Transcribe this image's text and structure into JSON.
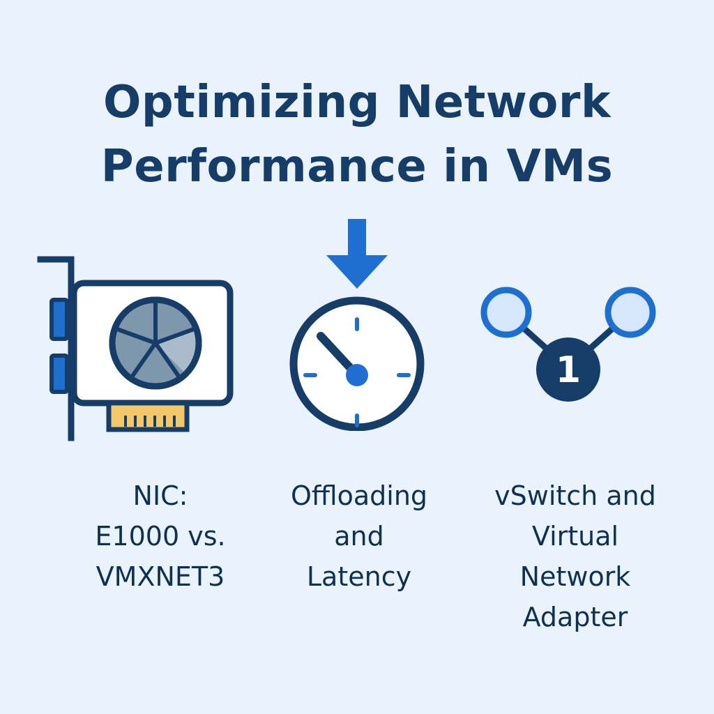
{
  "title": {
    "line1": "Optimizing Network",
    "line2": "Performance in VMs"
  },
  "items": [
    {
      "icon": "network-card-icon",
      "lines": [
        "NIC:",
        "E1000 vs.",
        "VMXNET3"
      ]
    },
    {
      "icon": "clock-with-arrow-icon",
      "lines": [
        "Offloading",
        "and",
        "Latency"
      ]
    },
    {
      "icon": "vswitch-node-icon",
      "badge": "1",
      "lines": [
        "vSwitch and",
        "Virtual",
        "Network",
        "Adapter"
      ]
    }
  ],
  "colors": {
    "background": "#eaf3fc",
    "navy": "#163d68",
    "blue": "#1f6fd1",
    "light_blue": "#d6e6fb",
    "gold": "#f2c86a",
    "fan": "#7f97aa"
  }
}
